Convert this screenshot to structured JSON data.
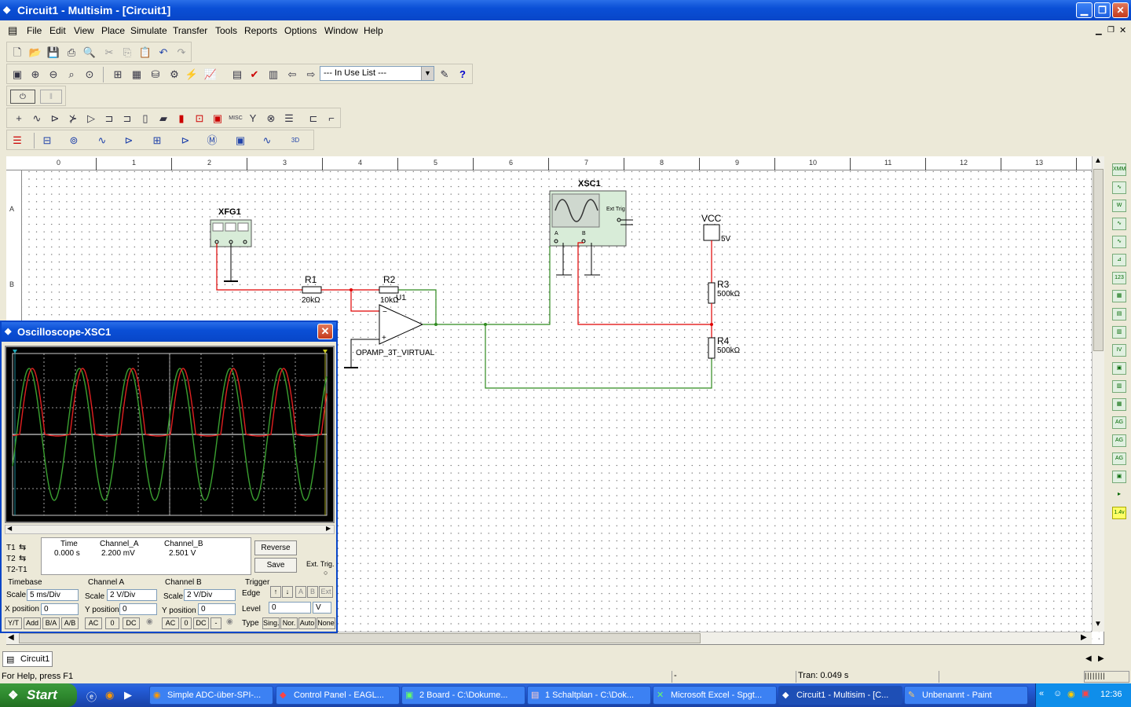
{
  "window": {
    "title": "Circuit1 - Multisim - [Circuit1]"
  },
  "menu": [
    "File",
    "Edit",
    "View",
    "Place",
    "Simulate",
    "Transfer",
    "Tools",
    "Reports",
    "Options",
    "Window",
    "Help"
  ],
  "toolbar": {
    "in_use_list": "--- In Use List ---"
  },
  "ruler": {
    "top": [
      "0",
      "1",
      "2",
      "3",
      "4",
      "5",
      "6",
      "7",
      "8",
      "9",
      "10",
      "11",
      "12",
      "13"
    ],
    "left": [
      "A",
      "B"
    ]
  },
  "schematic": {
    "xfg1": "XFG1",
    "xsc1": "XSC1",
    "ext_trig": "Ext Trig",
    "scope_a": "A",
    "scope_b": "B",
    "vcc": "VCC",
    "vcc_value": "5V",
    "r1": "R1",
    "r1_value": "20kΩ",
    "r2": "R2",
    "r2_value": "10kΩ",
    "u1": "U1",
    "opamp": "OPAMP_3T_VIRTUAL",
    "r3": "R3",
    "r3_value": "500kΩ",
    "r4": "R4",
    "r4_value": "500kΩ"
  },
  "oscilloscope": {
    "title": "Oscilloscope-XSC1",
    "t1": "T1",
    "t2": "T2",
    "t2t1": "T2-T1",
    "headers": [
      "Time",
      "Channel_A",
      "Channel_B"
    ],
    "readout": [
      "0.000 s",
      "2.200 mV",
      "2.501 V"
    ],
    "reverse": "Reverse",
    "save": "Save",
    "ext_trig": "Ext. Trig.",
    "timebase": {
      "label": "Timebase",
      "scale_label": "Scale",
      "scale": "5 ms/Div",
      "xpos_label": "X position",
      "xpos": "0",
      "buttons": [
        "Y/T",
        "Add",
        "B/A",
        "A/B"
      ]
    },
    "channel_a": {
      "label": "Channel A",
      "scale_label": "Scale",
      "scale": "2  V/Div",
      "ypos_label": "Y position",
      "ypos": "0",
      "buttons": [
        "AC",
        "0",
        "DC"
      ]
    },
    "channel_b": {
      "label": "Channel B",
      "scale_label": "Scale",
      "scale": "2  V/Div",
      "ypos_label": "Y position",
      "ypos": "0",
      "buttons": [
        "AC",
        "0",
        "DC",
        "-"
      ]
    },
    "trigger": {
      "label": "Trigger",
      "edge_label": "Edge",
      "edge_buttons": [
        "A",
        "B",
        "Ext"
      ],
      "level_label": "Level",
      "level": "0",
      "level_unit": "V",
      "type_label": "Type",
      "type_buttons": [
        "Sing.",
        "Nor.",
        "Auto",
        "None"
      ]
    }
  },
  "doc_tab": "Circuit1",
  "status": {
    "help": "For Help, press F1",
    "dash": "-",
    "tran": "Tran: 0.049 s"
  },
  "taskbar": {
    "start": "Start",
    "tasks": [
      "Simple ADC-über-SPI-...",
      "Control Panel - EAGL...",
      "2 Board - C:\\Dokume...",
      "1 Schaltplan - C:\\Dok...",
      "Microsoft Excel - Spgt...",
      "Circuit1 - Multisim - [C...",
      "Unbenannt - Paint"
    ],
    "clock": "12:36"
  },
  "colors": {
    "title_blue": "#0a4fd6",
    "wire_red": "#e00000",
    "wire_green": "#2f8a1f",
    "scope_screen": "#000000",
    "channel_a": "#e02020",
    "channel_b": "#3aa030"
  }
}
